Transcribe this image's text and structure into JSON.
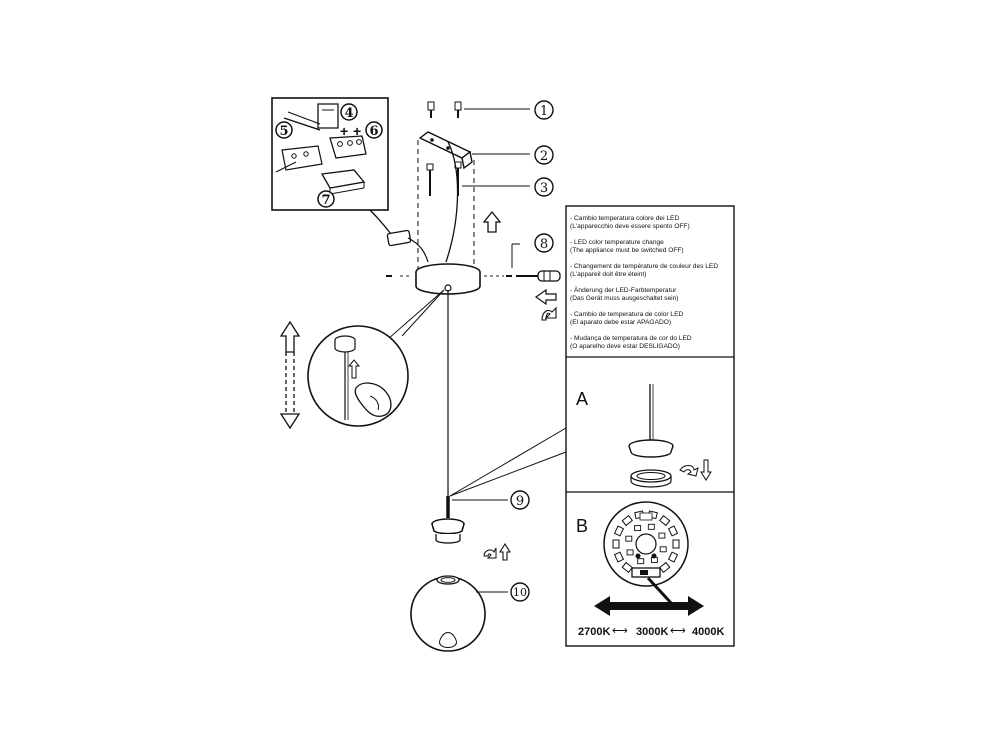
{
  "callouts": {
    "c1": "1",
    "c2": "2",
    "c3": "3",
    "c4": "4",
    "c5": "5",
    "c6": "6",
    "c7": "7",
    "c8": "8",
    "c9": "9",
    "c10": "10"
  },
  "instructions": [
    {
      "line1": "- Cambio temperatura colore dei LED",
      "line2": "(L'apparecchio deve essere spento OFF)"
    },
    {
      "line1": "- LED color temperature change",
      "line2": "(The appliance must be switched OFF)"
    },
    {
      "line1": "- Changement de température de couleur des LED",
      "line2": "(L'appareil doit être éteint)"
    },
    {
      "line1": "- Änderung der LED-Farbtemperatur",
      "line2": "(Das Gerät muss ausgeschaltet sein)"
    },
    {
      "line1": "- Cambio de temperatura de color LED",
      "line2": "(El aparato debe estar APAGADO)"
    },
    {
      "line1": "- Mudança de temperatura de cor do LED",
      "line2": "(O aparelho deve estar DESLIGADO)"
    }
  ],
  "panel_a": {
    "label": "A"
  },
  "panel_b": {
    "label": "B",
    "temp_2700": "2700K",
    "temp_3000": "3000K",
    "temp_4000": "4000K",
    "arrow_symbol": "⟷"
  },
  "colors": {
    "ink": "#111111",
    "dashed": "#222222",
    "paper": "#ffffff"
  }
}
